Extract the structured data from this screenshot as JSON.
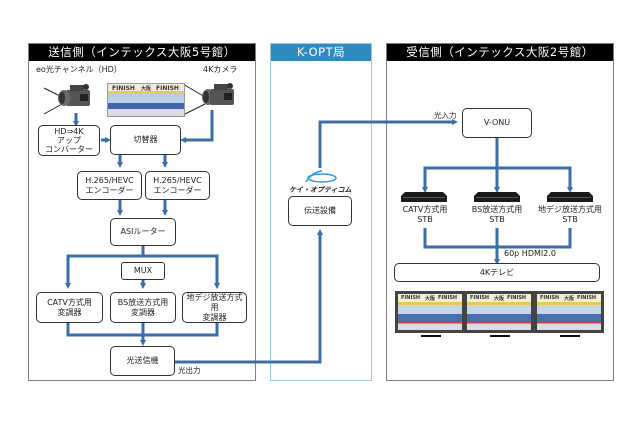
{
  "sender": {
    "title": "送信側（インテックス大阪5号館）",
    "header_color": "#000000",
    "source_hd_label": "eo光チャンネル（HD）",
    "source_4k_label": "4Kカメラ",
    "photo_text": [
      "FINISH",
      "大阪",
      "FINISH"
    ],
    "upconverter": [
      "HD⇒4K",
      "アップ",
      "コンバーター"
    ],
    "switcher": "切替器",
    "encoder1": [
      "H.265/HEVC",
      "エンコーダー"
    ],
    "encoder2": [
      "H.265/HEVC",
      "エンコーダー"
    ],
    "asi_router": "ASIルーター",
    "mux": "MUX",
    "mod_catv": [
      "CATV方式用",
      "変調器"
    ],
    "mod_bs": [
      "BS放送方式用",
      "変調器"
    ],
    "mod_terrestrial": [
      "地デジ放送方式用",
      "変調器"
    ],
    "optical_tx": "光送信機",
    "optical_out_label": "光出力"
  },
  "station": {
    "title": "K-OPT局",
    "header_color": "#2e8bc0",
    "logo_text": "ケイ・オプティコム",
    "transmission": "伝送設備"
  },
  "receiver": {
    "title": "受信側（インテックス大阪2号館）",
    "header_color": "#000000",
    "optical_in_label": "光入力",
    "vonu": "V-ONU",
    "stb_catv": [
      "CATV方式用",
      "STB"
    ],
    "stb_bs": [
      "BS放送方式用",
      "STB"
    ],
    "stb_terrestrial": [
      "地デジ放送方式用",
      "STB"
    ],
    "hdmi_label": "60p HDMI2.0",
    "tv": "4Kテレビ",
    "tv_screen_text": [
      "FINISH",
      "大阪",
      "FINISH"
    ]
  },
  "colors": {
    "arrow": "#3a6ea8",
    "station_border": "#9cc7dd"
  }
}
